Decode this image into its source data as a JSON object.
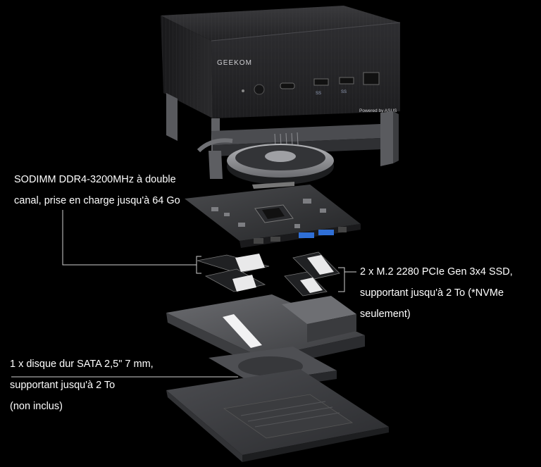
{
  "device": {
    "brand": "GEEKOM",
    "powered_by": "Powered by ASUS",
    "port_labels": [
      "SS",
      "SS"
    ]
  },
  "labels": {
    "ram": {
      "line1": "SODIMM DDR4-3200MHz à double",
      "line2": "canal, prise en charge jusqu'à 64 Go"
    },
    "ssd": {
      "line1": "2 x M.2 2280 PCIe Gen 3x4 SSD,",
      "line2": "supportant  jusqu'à 2 To (*NVMe",
      "line3": "seulement)"
    },
    "sata": {
      "line1": "1 x disque dur SATA 2,5\" 7 mm,",
      "line2": "supportant jusqu'à 2 To",
      "line3": "(non inclus)"
    }
  },
  "colors": {
    "background": "#000000",
    "text": "#ffffff",
    "callout_line": "#d0d0d0",
    "port_blue": "#2f6fd6",
    "casing_dark": "#2b2b2d",
    "metal": "#6d6e72"
  }
}
